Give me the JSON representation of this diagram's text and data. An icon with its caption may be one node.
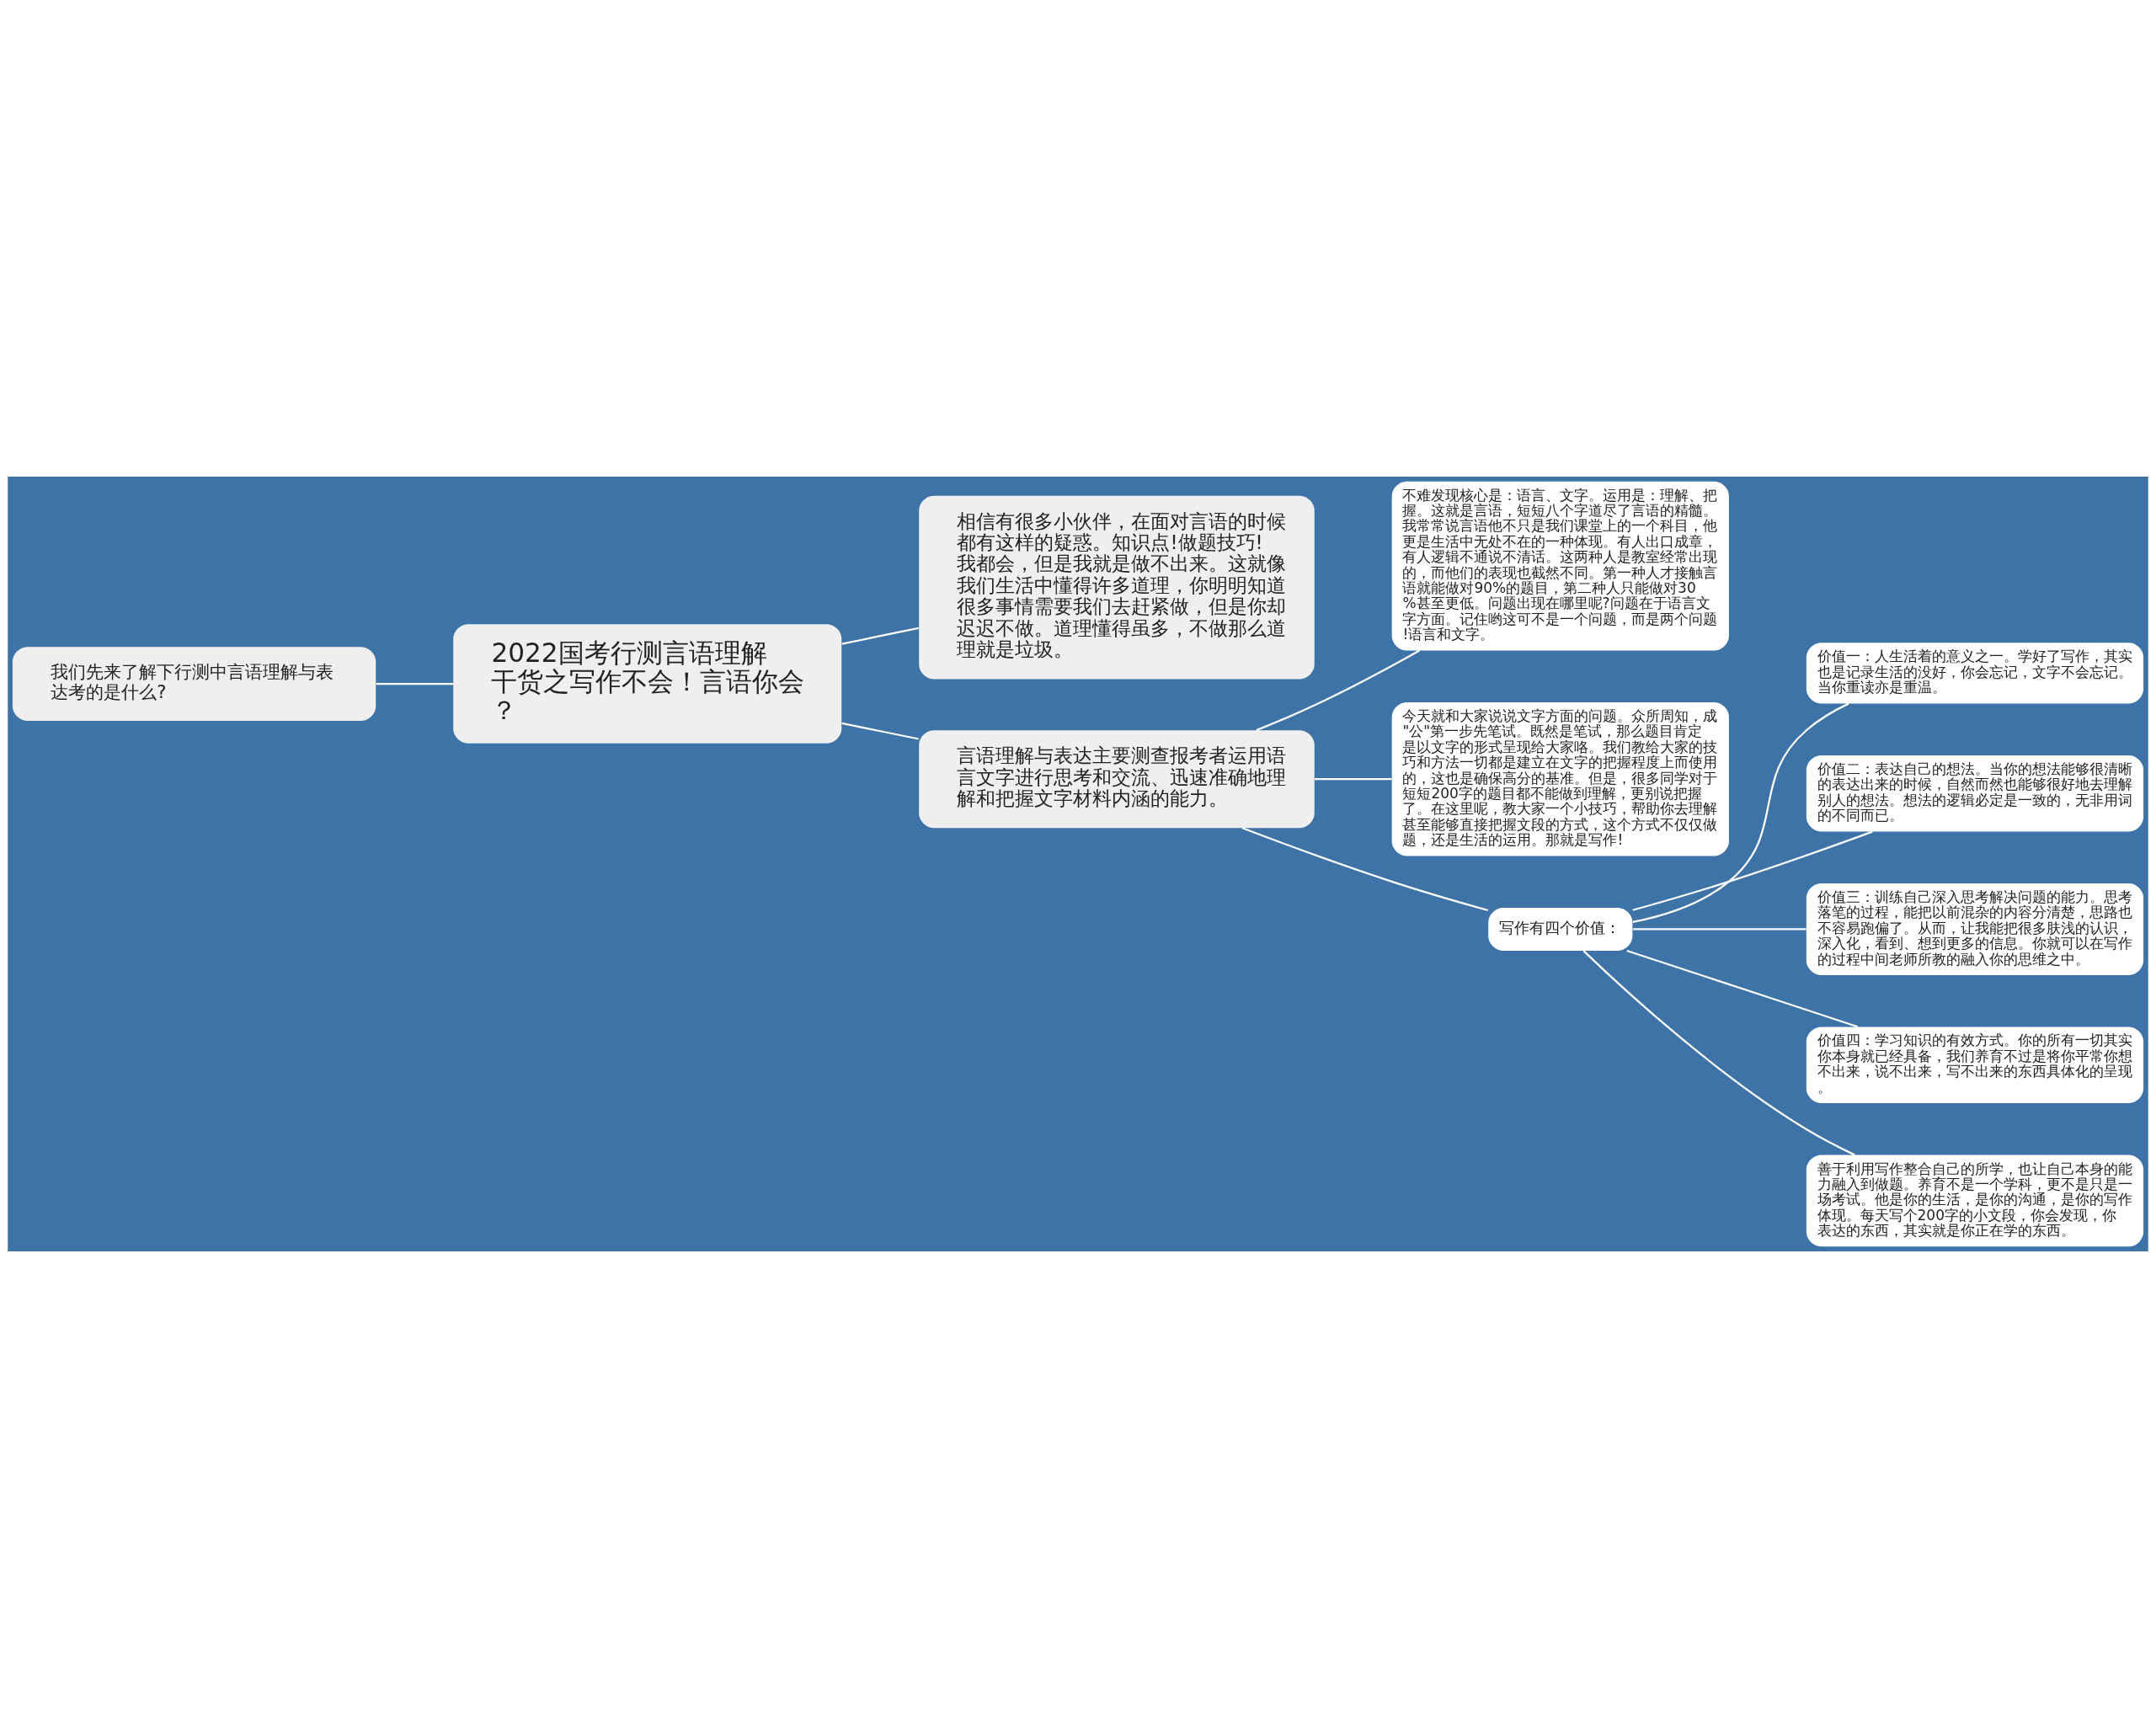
{
  "diagram": {
    "nodes": [
      {
        "text": [
          "2022国考行测言语理解干货之写作不会！言语你会？"
        ]
      },
      {
        "text": [
          "我们先来了解下行测中言语理解与表达考的是什么?"
        ]
      },
      {
        "text": [
          "相信有很多小伙伴，在面对言语的时候都有这样的疑惑。知识点!做题技巧!我都会，但是我就是做不出来。这就像我们生活中懂得许多道理，你明明知道很多事情需要我们去赶紧做，但是你却迟迟不做。道理懂得虽多，不做那么道理就是垃圾。"
        ]
      },
      {
        "text": [
          "言语理解与表达主要测查报考者运用语言文字进行思考和交流、迅速准确地理解和把握文字材料内涵的能力。"
        ]
      },
      {
        "text": [
          "不难发现核心是：语言、文字。运用是：理解、把握。这就是言语，短短八个字道尽了言语的精髓。我常常说言语他不只是我们课堂上的一个科目，他更是生活中无处不在的一种体现。有人出口成章，有人逻辑不通说不清话。这两种人是教室经常出现的，而他们的表现也截然不同。第一种人才接触言语就能做对90%的题目，第二种人只能做对30%甚至更低。问题出现在哪里呢?问题在于语言文字方面。记住哟这可不是一个问题，而是两个问题!语言和文字。"
        ]
      },
      {
        "text": [
          "今天就和大家说说文字方面的问题。众所周知，成\"公\"第一步先笔试。既然是笔试，那么题目肯定是以文字的形式呈现给大家咯。我们教给大家的技巧和方法一切都是建立在文字的把握程度上而使用的，这也是确保高分的基准。但是，很多同学对于短短200字的题目都不能做到理解，更别说把握了。在这里呢，教大家一个小技巧，帮助你去理解甚至能够直接把握文段的方式，这个方式不仅仅做题，还是生活的运用。那就是写作!"
        ]
      },
      {
        "text": [
          "写作有四个价值："
        ]
      },
      {
        "text": [
          "价值一：人生活着的意义之一。学好了写作，其实也是记录生活的没好，你会忘记，文字不会忘记。当你重读亦是重温。"
        ]
      },
      {
        "text": [
          "价值二：表达自己的想法。当你的想法能够很清晰的表达出来的时候，自然而然也能够很好地去理解别人的想法。想法的逻辑必定是一致的，无非用词的不同而已。"
        ]
      },
      {
        "text": [
          "价值三：训练自己深入思考解决问题的能力。思考落笔的过程，能把以前混杂的内容分清楚，思路也不容易跑偏了。从而，让我能把很多肤浅的认识，深入化，看到、想到更多的信息。你就可以在写作的过程中间老师所教的融入你的思维之中。"
        ]
      },
      {
        "text": [
          "价值四：学习知识的有效方式。你的所有一切其实你本身就已经具备，我们养育不过是将你平常你想不出来，说不出来，写不出来的东西具体化的呈现。"
        ]
      },
      {
        "text": [
          "善于利用写作整合自己的所学，也让自己本身的能力融入到做题。养育不是一个学科，更不是只是一场考试。他是你的生活，是你的沟通，是你的写作体现。每天写个200字的小文段，你会发现，你表达的东西，其实就是你正在学的东西。"
        ]
      }
    ],
    "edges": [
      {
        "from": 0,
        "to": 1,
        "arrow": "none"
      },
      {
        "from": 0,
        "to": 2,
        "arrow": "none"
      },
      {
        "from": 0,
        "to": 3,
        "arrow": "none"
      },
      {
        "from": 3,
        "to": 4,
        "arrow": "none"
      },
      {
        "from": 3,
        "to": 5,
        "arrow": "none"
      },
      {
        "from": 3,
        "to": 6,
        "arrow": "none"
      },
      {
        "from": 6,
        "to": 7,
        "arrow": "none"
      },
      {
        "from": 6,
        "to": 8,
        "arrow": "none"
      },
      {
        "from": 6,
        "to": 9,
        "arrow": "none"
      },
      {
        "from": 6,
        "to": 10,
        "arrow": "none"
      },
      {
        "from": 6,
        "to": 11,
        "arrow": "none"
      }
    ]
  }
}
